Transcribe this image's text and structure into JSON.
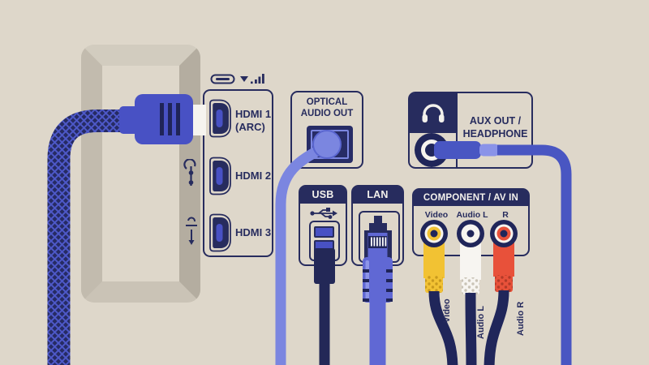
{
  "scene": {
    "description": "Illustrated TV back panel with cables plugged into ports",
    "colors": {
      "background": "#ded7ca",
      "navy": "#272c5e",
      "royal_blue": "#4851c4",
      "periwinkle": "#7b86e0",
      "lan_blue": "#6068d4",
      "aux_blue": "#4956c2",
      "rca_yellow": "#f2c233",
      "rca_white": "#f7f5f1",
      "rca_red": "#e8513a",
      "frame_gray": "#c2bbae"
    }
  },
  "hdmi": {
    "ports": [
      {
        "label": "HDMI 1",
        "sublabel": "(ARC)"
      },
      {
        "label": "HDMI 2",
        "sublabel": ""
      },
      {
        "label": "HDMI 3",
        "sublabel": ""
      }
    ]
  },
  "optical": {
    "line1": "OPTICAL",
    "line2": "AUDIO OUT"
  },
  "usb": {
    "label": "USB"
  },
  "lan": {
    "label": "LAN"
  },
  "aux": {
    "line1": "AUX OUT /",
    "line2": "HEADPHONE"
  },
  "component": {
    "header": "COMPONENT / AV IN",
    "jacks": [
      {
        "label": "Video",
        "cable_label": "Video"
      },
      {
        "label": "Audio L",
        "cable_label": "Audio L"
      },
      {
        "label": "R",
        "cable_label": "Audio R"
      }
    ]
  }
}
